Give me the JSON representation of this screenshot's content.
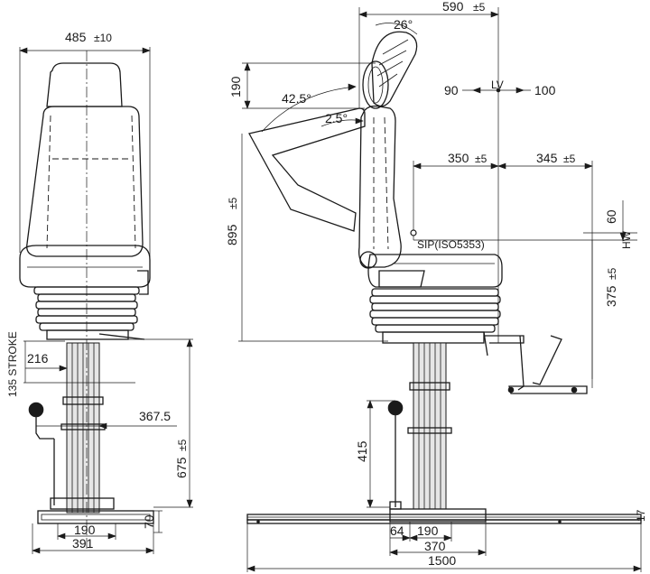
{
  "dimensions": {
    "front_width": "485",
    "front_width_tol": "±10",
    "stroke": "135 STROKE",
    "dim_216": "216",
    "dim_367_5": "367.5",
    "dim_675": "675",
    "tol_5": "±5",
    "dim_70": "70",
    "dim_190_front": "190",
    "dim_391": "391",
    "dim_590": "590",
    "angle_26": "26°",
    "dim_190_side": "190",
    "angle_42_5": "42.5°",
    "angle_2_5": "2.5°",
    "dim_895": "895",
    "lv": "LV",
    "dim_90": "90",
    "dim_100": "100",
    "dim_350": "350",
    "dim_345": "345",
    "dim_60": "60",
    "hw": "HW",
    "sip": "SIP(ISO5353)",
    "dim_375": "375",
    "dim_415": "415",
    "dim_64": "64",
    "dim_190_side_base": "190",
    "dim_370": "370",
    "dim_1500": "1500",
    "dim_17": "17"
  }
}
